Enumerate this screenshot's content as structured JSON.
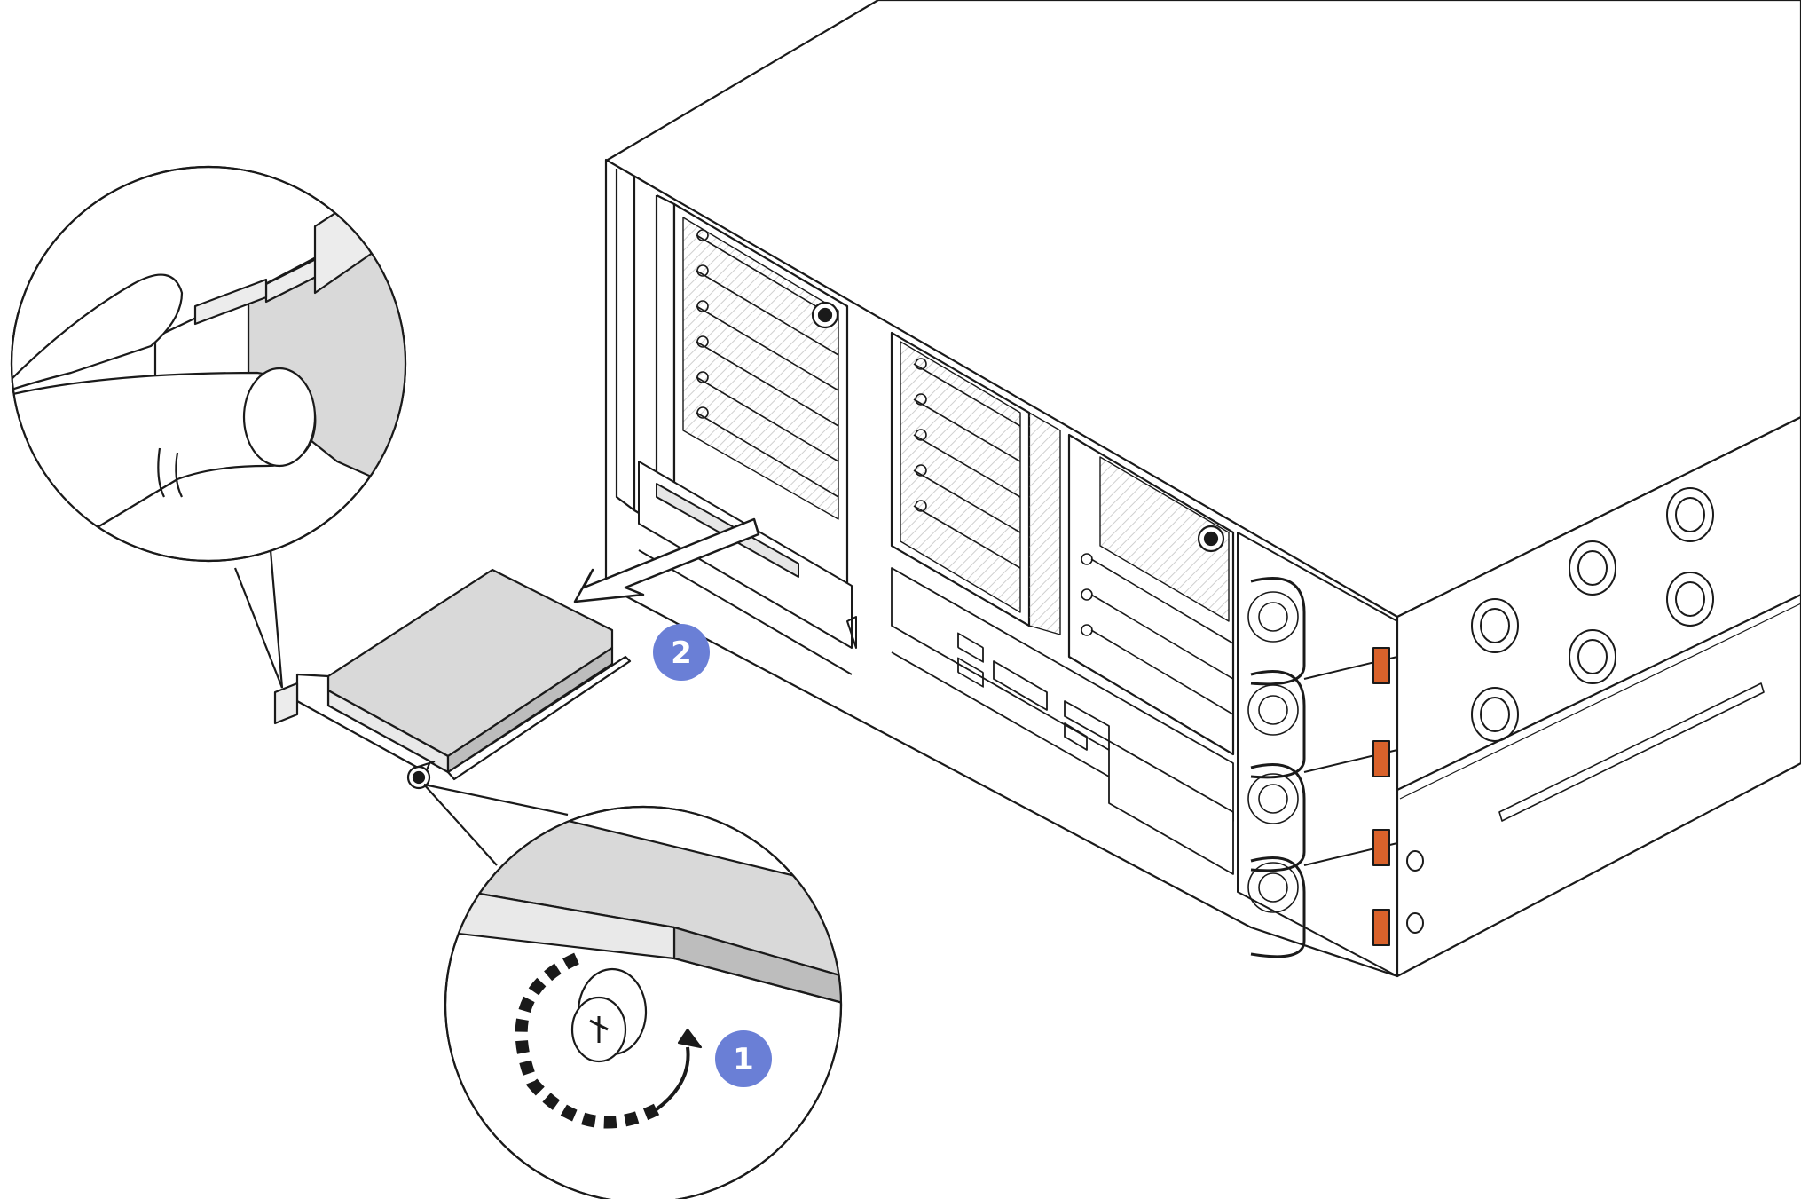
{
  "steps": [
    {
      "number": "1",
      "action": "loosen-thumbscrew",
      "color": "#6a7fd6"
    },
    {
      "number": "2",
      "action": "slide-adapter-out",
      "color": "#6a7fd6"
    }
  ],
  "colors": {
    "line": "#1a1a1a",
    "panel_gray": "#d9d9d9",
    "light_gray": "#ececec",
    "latch_orange": "#d9622b",
    "background": "#ffffff"
  },
  "parts": {
    "server_chassis": "rack-server-rear-view",
    "adapter": "ocp-style-adapter-card",
    "psu_bays": 4,
    "callouts": [
      "thumb-grip-detail",
      "thumbscrew-detail"
    ]
  }
}
